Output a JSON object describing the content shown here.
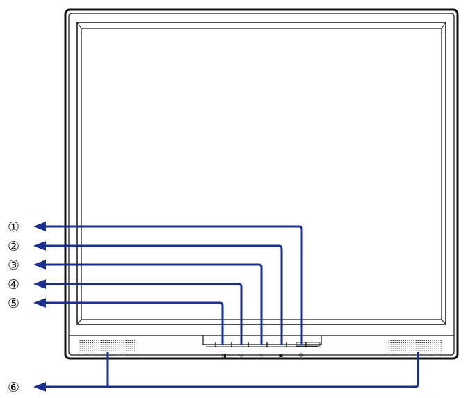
{
  "diagram": {
    "callouts": [
      {
        "id": "1",
        "label": "①"
      },
      {
        "id": "2",
        "label": "②"
      },
      {
        "id": "3",
        "label": "③"
      },
      {
        "id": "4",
        "label": "④"
      },
      {
        "id": "5",
        "label": "⑤"
      },
      {
        "id": "6",
        "label": "⑥"
      }
    ],
    "buttons": [
      {
        "glyph": "◨",
        "icon": "input-select-icon"
      },
      {
        "glyph": "▽",
        "icon": "down-arrow-icon"
      },
      {
        "glyph": "△",
        "icon": "up-arrow-icon"
      },
      {
        "glyph": "▣",
        "icon": "menu-icon"
      },
      {
        "glyph": "⏻",
        "icon": "power-icon"
      }
    ],
    "colors": {
      "line": "#1b2f8f",
      "bezel": "#111111",
      "background": "#ffffff"
    }
  }
}
